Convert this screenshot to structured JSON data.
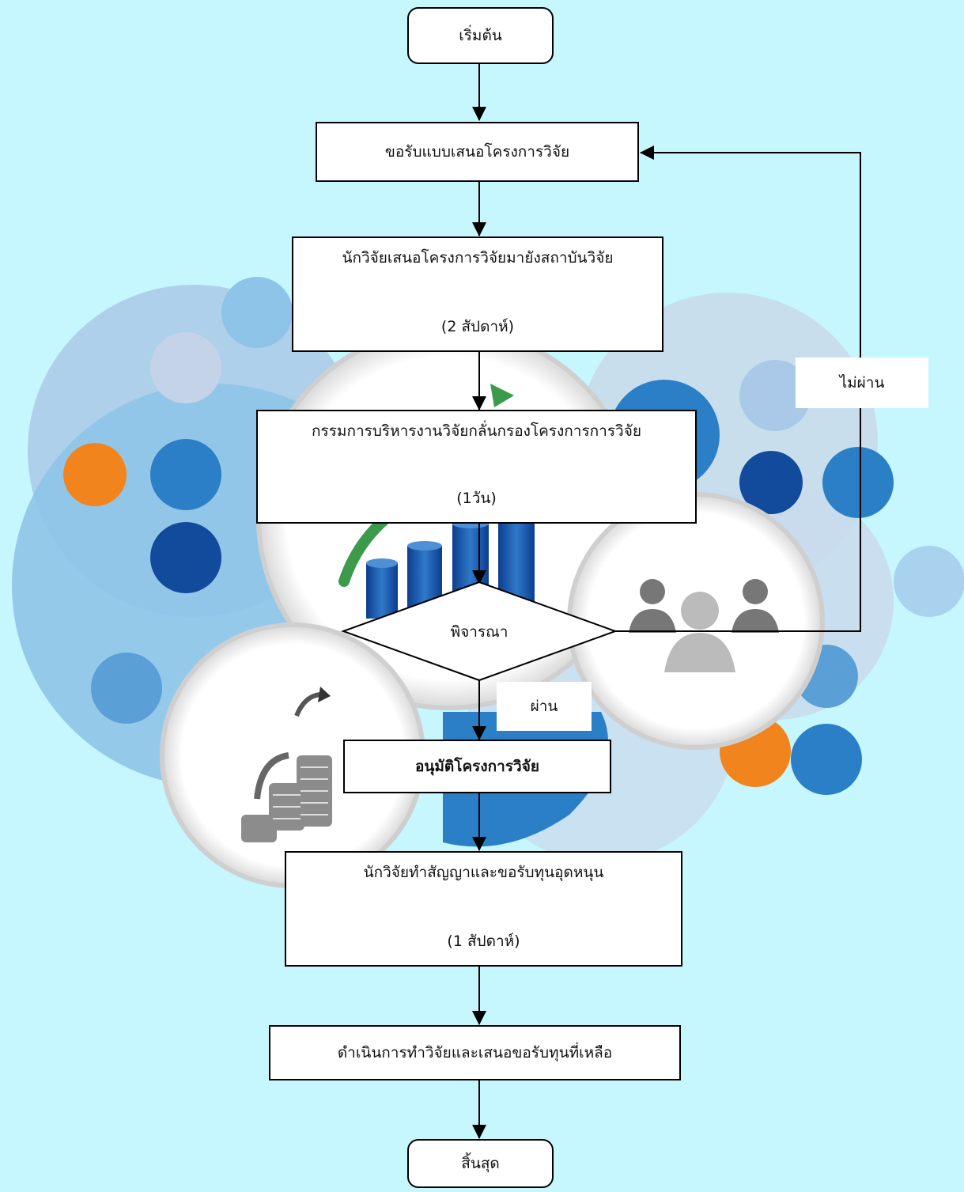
{
  "nodes": {
    "start": {
      "label": "เริ่มต้น"
    },
    "request_form": {
      "label": "ขอรับแบบเสนอโครงการวิจัย"
    },
    "submit_proposal": {
      "label": "นักวิจัยเสนอโครงการวิจัยมายังสถาบันวิจัย",
      "duration": "(2 สัปดาห์)"
    },
    "screening": {
      "label": "กรรมการบริหารงานวิจัยกลั่นกรองโครงการการวิจัย",
      "duration": "(1วัน)"
    },
    "decision": {
      "label": "พิจารณา"
    },
    "approve": {
      "label": "อนุมัติโครงการวิจัย"
    },
    "contract": {
      "label": "นักวิจัยทำสัญญาและขอรับทุนอุดหนุน",
      "duration": "(1 สัปดาห์)"
    },
    "conduct": {
      "label": "ดำเนินการทำวิจัยและเสนอขอรับทุนที่เหลือ"
    },
    "end": {
      "label": "สิ้นสุด"
    }
  },
  "edges": {
    "pass_label": "ผ่าน",
    "fail_label": "ไม่ผ่าน"
  },
  "colors": {
    "background": "#c6f6fe",
    "light_blue": "#8ec4e8",
    "mid_blue": "#2a7fc6",
    "dark_blue": "#124a9c",
    "orange": "#f2841e",
    "grey": "#9a9a9a",
    "green": "#3c9a4a"
  },
  "icons": [
    "bar-chart-icon",
    "coins-icon",
    "people-icon"
  ]
}
